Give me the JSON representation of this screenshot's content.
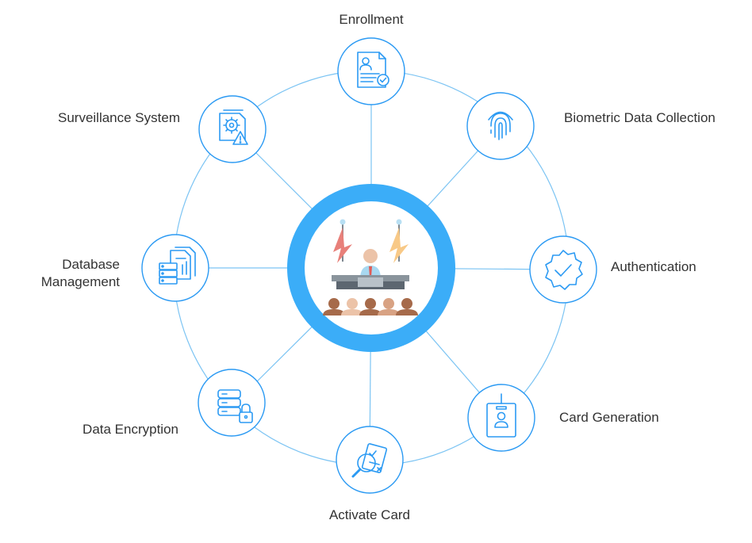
{
  "colors": {
    "accent": "#2b9af3",
    "ring": "#3badf8",
    "line": "#7cc4f3",
    "text": "#333333",
    "flag_red": "#e8807a",
    "flag_yellow": "#f8c987",
    "podium": "#5c6670",
    "skin": "#ecc3a8",
    "hair_dark": "#a66a4a",
    "hair_light": "#d8a283"
  },
  "center": {
    "icon": "press-conference-icon"
  },
  "nodes": [
    {
      "id": "enrollment",
      "label": "Enrollment",
      "icon": "document-check-icon"
    },
    {
      "id": "biometric",
      "label": "Biometric Data Collection",
      "icon": "fingerprint-icon"
    },
    {
      "id": "authentication",
      "label": "Authentication",
      "icon": "verified-badge-icon"
    },
    {
      "id": "card-generation",
      "label": "Card Generation",
      "icon": "id-badge-icon"
    },
    {
      "id": "activate-card",
      "label": "Activate Card",
      "icon": "magnifier-checklist-icon"
    },
    {
      "id": "data-encryption",
      "label": "Data Encryption",
      "icon": "database-lock-icon"
    },
    {
      "id": "database-management",
      "label_lines": [
        "Database",
        "Management"
      ],
      "icon": "server-document-icon"
    },
    {
      "id": "surveillance",
      "label": "Surveillance System",
      "icon": "gear-warning-icon"
    }
  ]
}
